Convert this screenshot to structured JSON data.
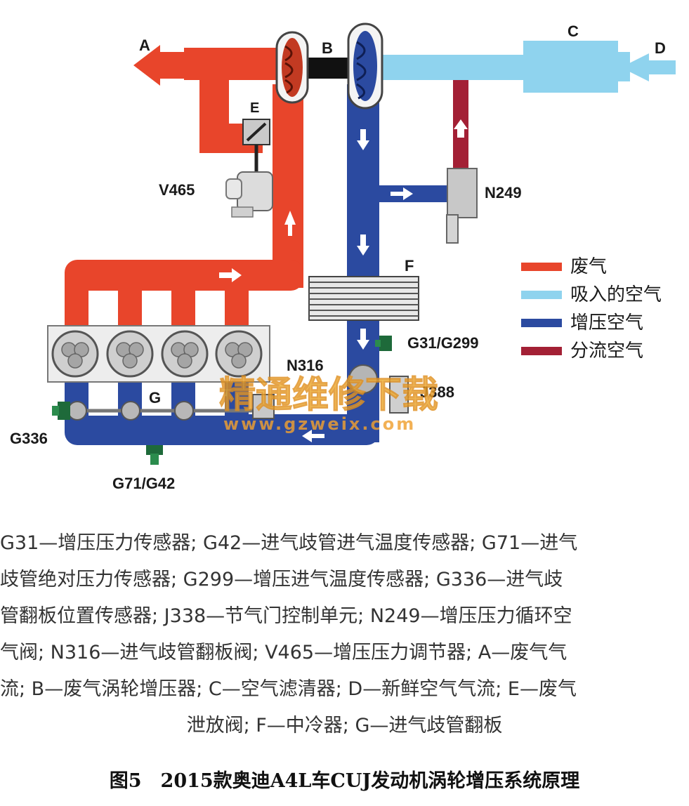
{
  "colors": {
    "exhaust": "#e8452b",
    "intake": "#8fd3ee",
    "boost": "#2b4aa0",
    "diverted": "#a32035"
  },
  "labels": {
    "A": "A",
    "B": "B",
    "C": "C",
    "D": "D",
    "E": "E",
    "F": "F",
    "G": "G",
    "V465": "V465",
    "N249": "N249",
    "G31_G299": "G31/G299",
    "N316": "N316",
    "J388": "J388",
    "G336": "G336",
    "G71_G42": "G71/G42"
  },
  "legend": [
    {
      "text": "废气"
    },
    {
      "text": "吸入的空气"
    },
    {
      "text": "增压空气"
    },
    {
      "text": "分流空气"
    }
  ],
  "watermark": {
    "cn": "精通维修下载",
    "url": "www.gzweix.com"
  },
  "caption": [
    "G31—增压压力传感器; G42—进气歧管进气温度传感器; G71—进气",
    "歧管绝对压力传感器; G299—增压进气温度传感器; G336—进气歧",
    "管翻板位置传感器; J338—节气门控制单元; N249—增压压力循环空",
    "气阀; N316—进气歧管翻板阀; V465—增压压力调节器; A—废气气",
    "流; B—废气涡轮增压器; C—空气滤清器; D—新鲜空气气流; E—废气",
    "泄放阀; F—中冷器; G—进气歧管翻板"
  ],
  "figure_title": "图5　2015款奥迪A4L车CUJ发动机涡轮增压系统原理"
}
